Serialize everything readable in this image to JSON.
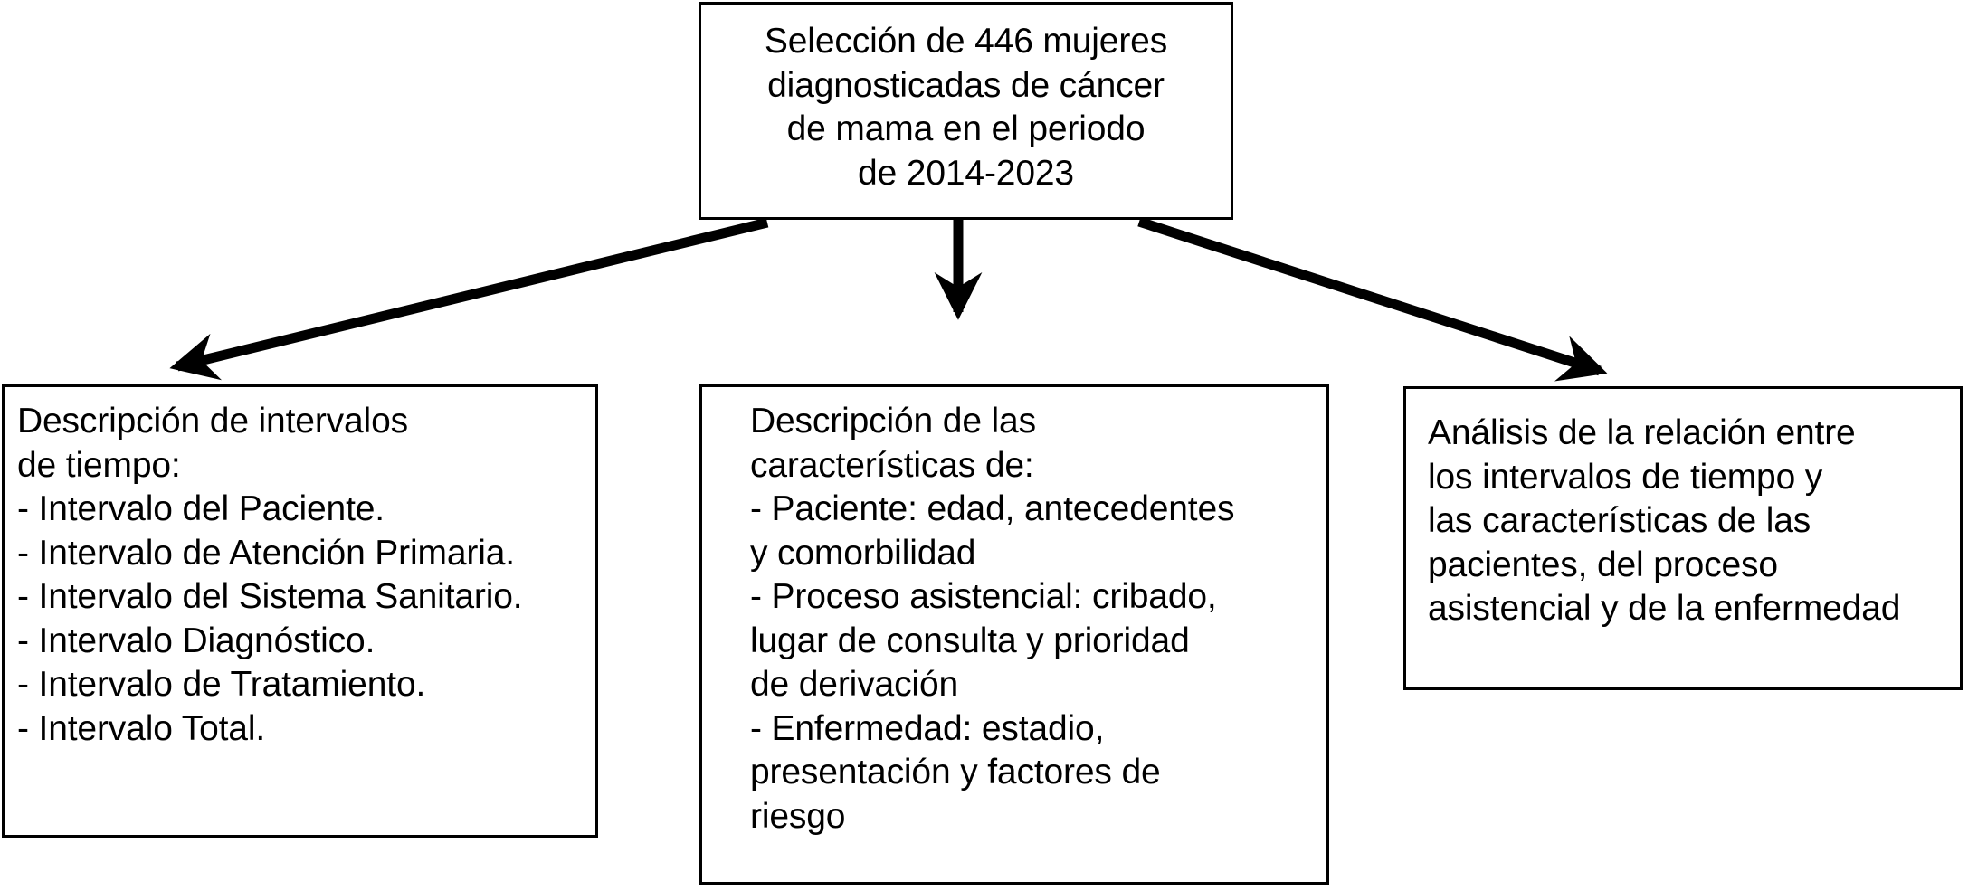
{
  "diagram": {
    "type": "flowchart",
    "orientation": "top-down",
    "background_color": "#ffffff",
    "stroke_color": "#000000",
    "text_color": "#000000",
    "nodes": {
      "root": {
        "id": "root",
        "role": "study-population-selection",
        "text": "Selección de 446 mujeres\ndiagnosticadas de cáncer\nde mama en el periodo\nde 2014-2023",
        "lines": [
          "Selección de 446 mujeres",
          "diagnosticadas de cáncer",
          "de mama en el periodo",
          "de 2014-2023"
        ],
        "align": "center",
        "sample_size": "446",
        "period": "2014-2023"
      },
      "intervals": {
        "id": "intervals",
        "role": "time-intervals-description",
        "text": "Descripción de intervalos\nde tiempo:\n- Intervalo del Paciente.\n- Intervalo de Atención Primaria.\n- Intervalo del Sistema Sanitario.\n- Intervalo Diagnóstico.\n- Intervalo de Tratamiento.\n- Intervalo Total.",
        "lines": [
          "Descripción de intervalos",
          "de tiempo:",
          "- Intervalo del Paciente.",
          "- Intervalo de Atención Primaria.",
          "- Intervalo del Sistema Sanitario.",
          "- Intervalo Diagnóstico.",
          "- Intervalo de Tratamiento.",
          "- Intervalo Total."
        ],
        "heading": "Descripción de intervalos de tiempo:",
        "items": [
          "Intervalo del Paciente.",
          "Intervalo de Atención Primaria.",
          "Intervalo del Sistema Sanitario.",
          "Intervalo Diagnóstico.",
          "Intervalo de Tratamiento.",
          "Intervalo Total."
        ],
        "align": "left"
      },
      "characteristics": {
        "id": "characteristics",
        "role": "characteristics-description",
        "text": "Descripción de las\ncaracterísticas de:\n- Paciente: edad, antecedentes\ny comorbilidad\n- Proceso asistencial: cribado,\nlugar de consulta y prioridad\nde derivación\n- Enfermedad: estadio,\npresentación y factores de\nriesgo",
        "lines": [
          "Descripción de las",
          "características de:",
          "- Paciente: edad, antecedentes",
          "y comorbilidad",
          "- Proceso asistencial: cribado,",
          "lugar de consulta y prioridad",
          "de derivación",
          "- Enfermedad: estadio,",
          "presentación y factores de",
          "riesgo"
        ],
        "heading": "Descripción de las características de:",
        "items": [
          "Paciente: edad, antecedentes y comorbilidad",
          "Proceso asistencial: cribado, lugar de consulta y prioridad de derivación",
          "Enfermedad: estadio, presentación y factores de riesgo"
        ],
        "align": "left"
      },
      "analysis": {
        "id": "analysis",
        "role": "relationship-analysis",
        "text": "Análisis de la relación entre\nlos intervalos de tiempo y\nlas características de las\npacientes, del proceso\nasistencial y de la enfermedad",
        "lines": [
          "Análisis de la relación entre",
          "los intervalos de tiempo y",
          "las características de las",
          "pacientes, del proceso",
          "asistencial y de la enfermedad"
        ],
        "align": "left"
      }
    },
    "edges": [
      {
        "id": "edge-root-to-intervals",
        "from": "root",
        "to": "intervals",
        "style": "solid-arrow",
        "direction": "down-left"
      },
      {
        "id": "edge-root-to-characteristics",
        "from": "root",
        "to": "characteristics",
        "style": "solid-arrow",
        "direction": "down"
      },
      {
        "id": "edge-root-to-analysis",
        "from": "root",
        "to": "analysis",
        "style": "solid-arrow",
        "direction": "down-right"
      }
    ]
  }
}
